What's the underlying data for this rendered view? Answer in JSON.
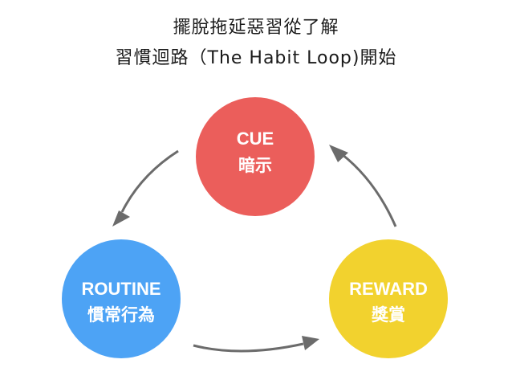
{
  "title": {
    "line1": "擺脫拖延惡習從了解",
    "line2": "習慣迴路（The Habit Loop)開始"
  },
  "nodes": {
    "cue": {
      "label_en": "CUE",
      "label_zh": "暗示",
      "color": "#EB5E5B"
    },
    "routine": {
      "label_en": "ROUTINE",
      "label_zh": "慣常行為",
      "color": "#4DA3F5"
    },
    "reward": {
      "label_en": "REWARD",
      "label_zh": "獎賞",
      "color": "#F2D22E"
    }
  },
  "arrow_color": "#6b6b6b"
}
